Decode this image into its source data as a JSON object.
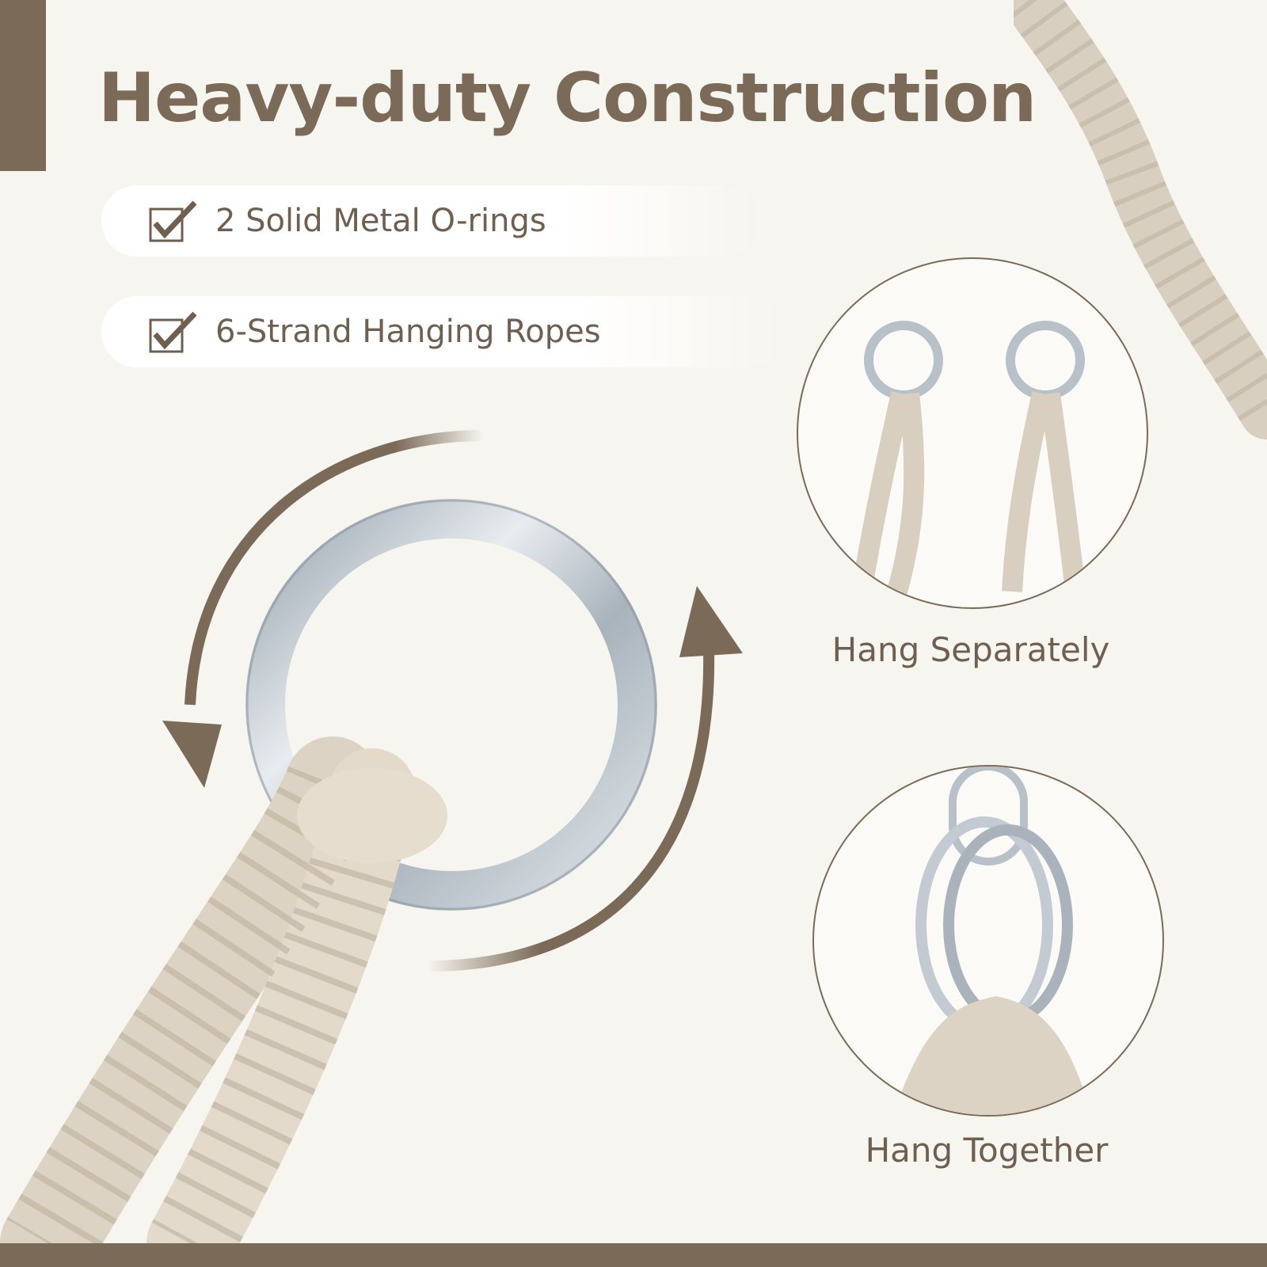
{
  "header": {
    "title": "Heavy-duty Construction"
  },
  "features": [
    {
      "label": "2 Solid Metal O-rings",
      "icon": "checkbox-icon"
    },
    {
      "label": "6-Strand Hanging Ropes",
      "icon": "checkbox-icon"
    }
  ],
  "options": [
    {
      "caption": "Hang Separately"
    },
    {
      "caption": "Hang Together"
    }
  ],
  "colors": {
    "accent": "#7b6a58",
    "background": "#f7f5f0",
    "rope": "#d9cfc0",
    "metal": "#c7ccd1"
  }
}
